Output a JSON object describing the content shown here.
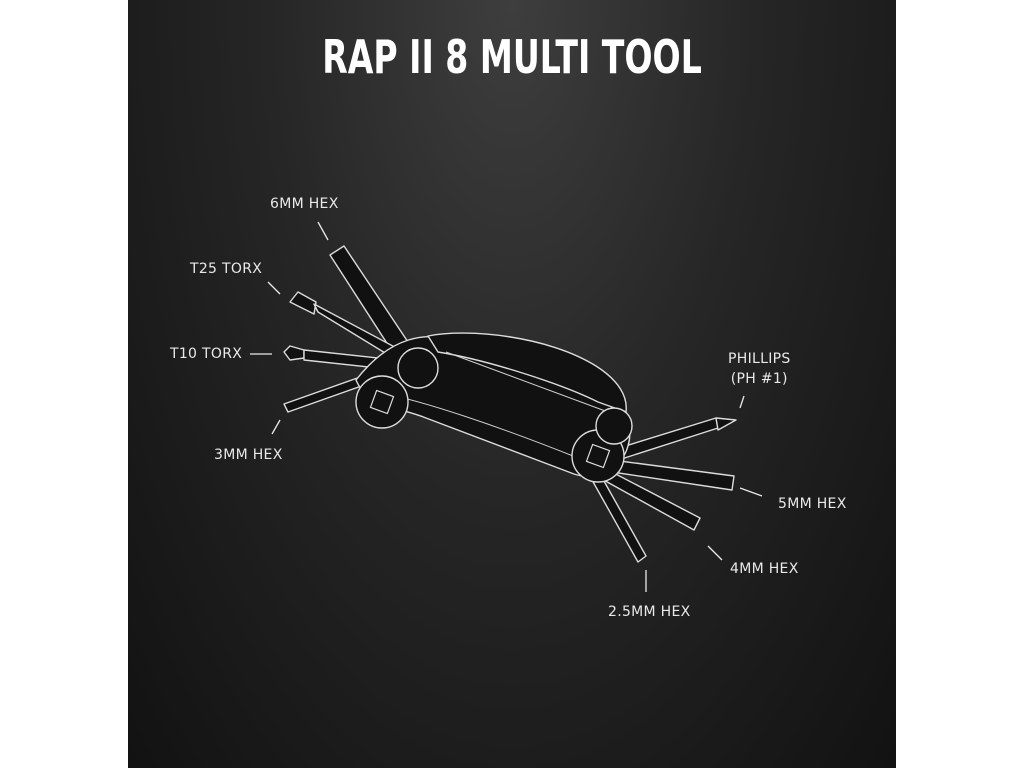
{
  "title": "RAP II 8 MULTI TOOL",
  "labels": {
    "hex6": "6MM HEX",
    "t25": "T25 TORX",
    "t10": "T10 TORX",
    "hex3": "3MM HEX",
    "phillips": "PHILLIPS\n(PH #1)",
    "hex5": "5MM HEX",
    "hex4": "4MM HEX",
    "hex25": "2.5MM HEX"
  },
  "colors": {
    "background": "#1c1c1c",
    "text": "#e9e9e9",
    "outline": "#dcdcdc"
  }
}
